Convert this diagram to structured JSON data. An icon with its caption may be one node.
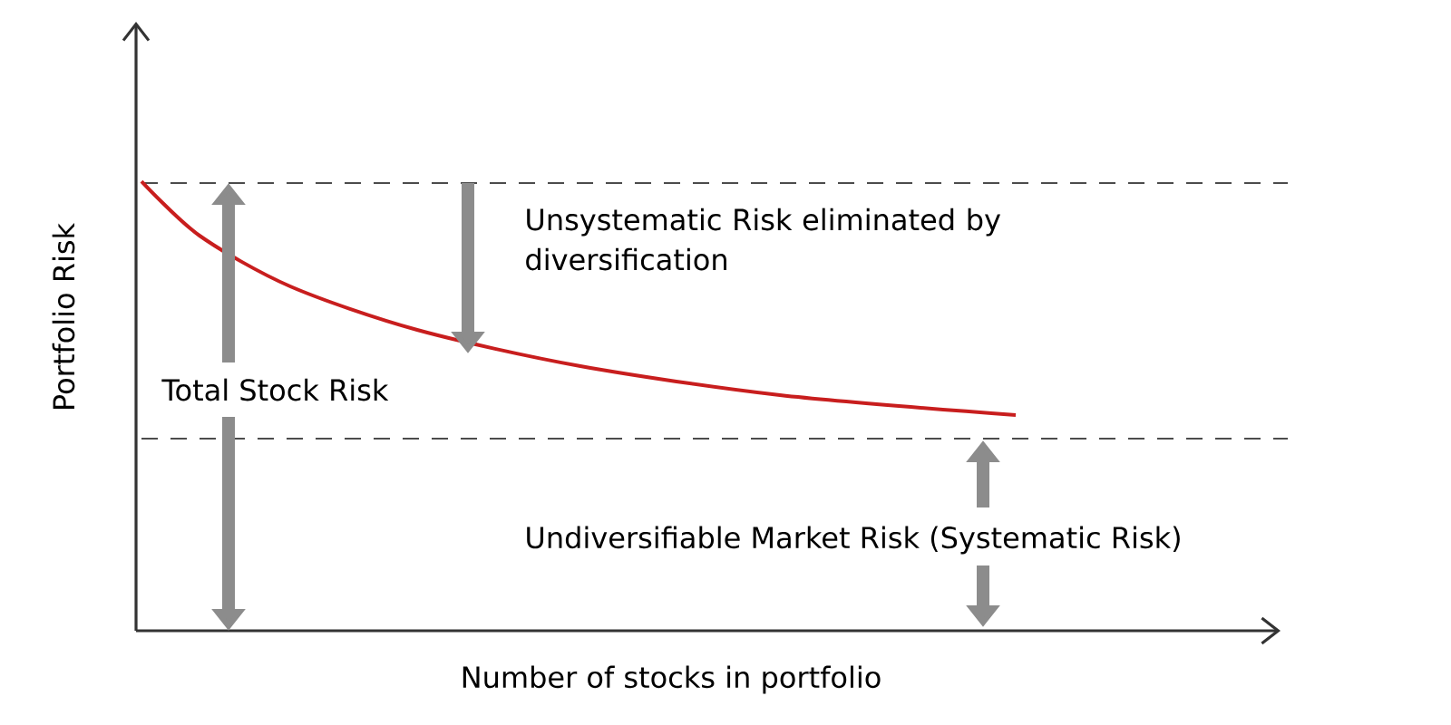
{
  "diagram": {
    "labels": [
      "Portfolio Risk",
      "Unsystematic Risk eliminated by diversification",
      "Total Stock Risk",
      "Undiversifiable Market Risk (Systematic Risk)",
      "Number of stocks in portfolio"
    ]
  }
}
